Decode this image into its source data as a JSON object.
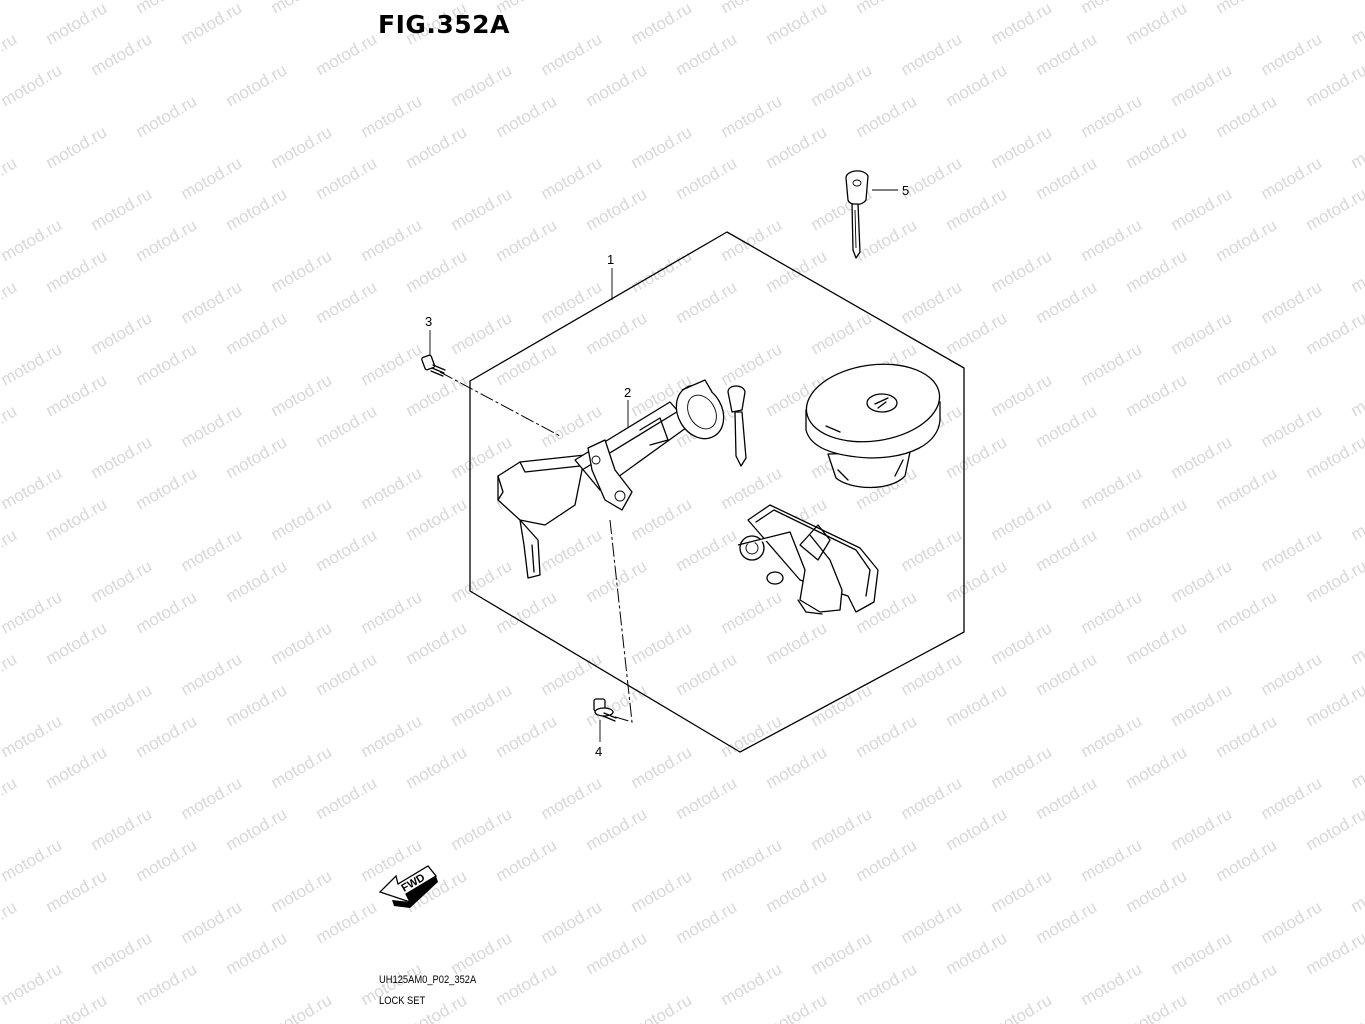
{
  "figure": {
    "title": "FIG.352A"
  },
  "callouts": [
    {
      "id": "1",
      "label": "1"
    },
    {
      "id": "2",
      "label": "2"
    },
    {
      "id": "3",
      "label": "3"
    },
    {
      "id": "4",
      "label": "4"
    },
    {
      "id": "5",
      "label": "5"
    }
  ],
  "fwd_label": "FWD",
  "footer": {
    "code": "UH125AM0_P02_352A",
    "title": "LOCK SET"
  },
  "watermark": {
    "text": "motod.ru",
    "color": "#d8d8d8"
  }
}
